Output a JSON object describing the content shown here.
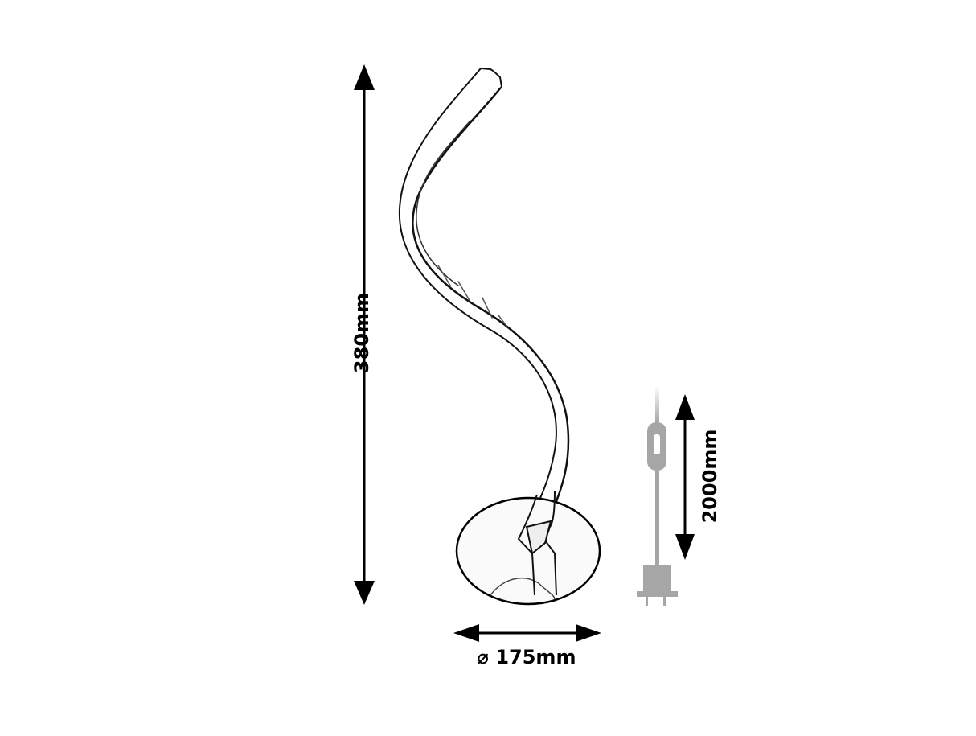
{
  "diagram": {
    "subject": "spiral table lamp dimension drawing",
    "dimensions": {
      "height": {
        "label": "380mm",
        "orientation": "vertical"
      },
      "base_diameter": {
        "label": "⌀ 175mm",
        "orientation": "horizontal"
      },
      "cable_length": {
        "label": "2000mm",
        "orientation": "vertical"
      }
    },
    "components": [
      "lamp-body",
      "round-base",
      "power-cord",
      "inline-switch",
      "plug"
    ],
    "colors": {
      "line": "#000000",
      "cord": "#a6a6a6",
      "background": "#ffffff"
    }
  }
}
